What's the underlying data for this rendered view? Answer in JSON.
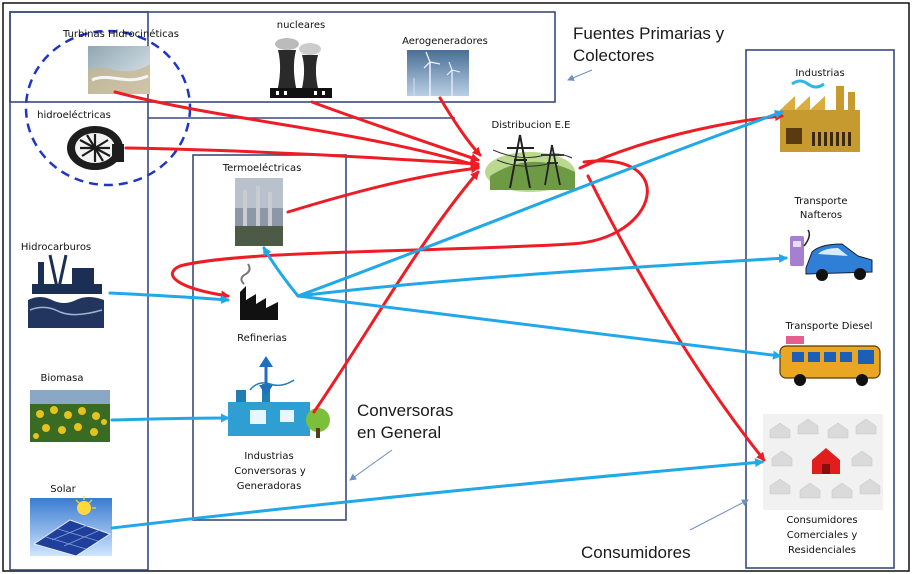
{
  "labels": {
    "turbinas": "Turbinas Hidrocinéticas",
    "nucleares": "nucleares",
    "aerogeneradores": "Aerogeneradores",
    "hidroelectricas": "hidroeléctricas",
    "distribucion": "Distribucion E.E",
    "termoelectricas": "Termoeléctricas",
    "hidrocarburos": "Hidrocarburos",
    "refinerias": "Refinerias",
    "biomasa": "Biomasa",
    "industrias_conv_1": "Industrias",
    "industrias_conv_2": "Conversoras y",
    "industrias_conv_3": "Generadoras",
    "solar": "Solar",
    "industrias": "Industrias",
    "transporte_nafteros_1": "Transporte",
    "transporte_nafteros_2": "Nafteros",
    "transporte_diesel": "Transporte Diesel",
    "consumidores_1": "Consumidores",
    "consumidores_2": "Comerciales y",
    "consumidores_3": "Residenciales"
  },
  "group_titles": {
    "fuentes_1": "Fuentes Primarias y",
    "fuentes_2": "Colectores",
    "conversoras_1": "Conversoras",
    "conversoras_2": "en General",
    "consumidores": "Consumidores"
  },
  "colors": {
    "frame": "#3b4a7a",
    "red_flow": "#ee1c24",
    "blue_flow": "#21a8e6",
    "dashed_circle": "#1f35c8",
    "callout": "#6f8fc0"
  }
}
